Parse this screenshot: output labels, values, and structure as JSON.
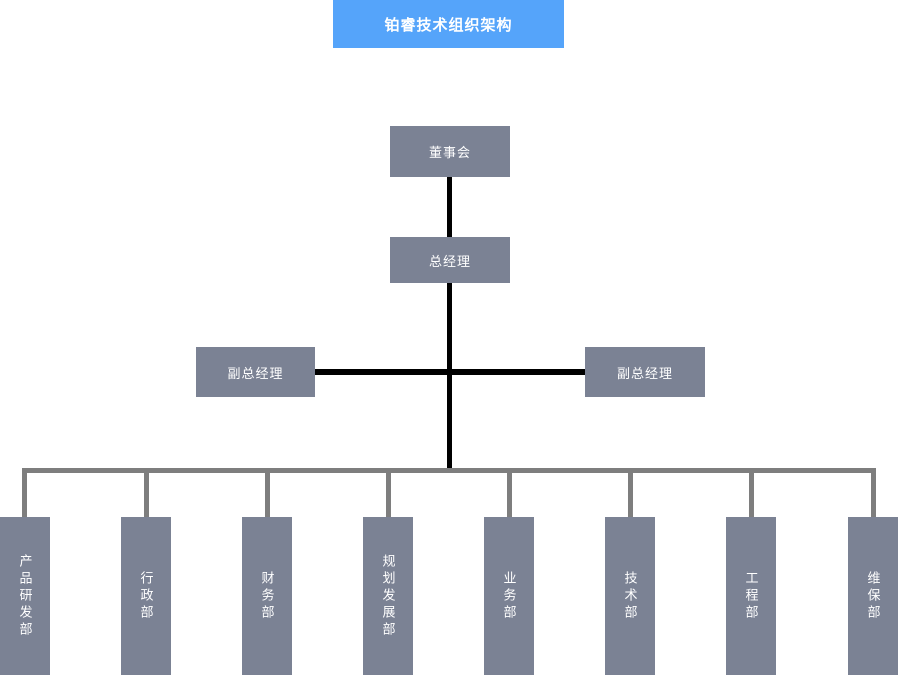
{
  "title": "铂睿技术组织架构",
  "colors": {
    "canvas_bg": "#ffffff",
    "title_bg": "#55a4fa",
    "node_bg": "#7b8294",
    "line_black": "#000000",
    "line_gray": "#7e7e7e",
    "text_color": "#ffffff"
  },
  "nodes": {
    "board": {
      "label": "董事会"
    },
    "general_manager": {
      "label": "总经理"
    },
    "deputy_left": {
      "label": "副总经理"
    },
    "deputy_right": {
      "label": "副总经理"
    }
  },
  "departments": [
    {
      "label": "产品研发部"
    },
    {
      "label": "行政部"
    },
    {
      "label": "财务部"
    },
    {
      "label": "规划发展部"
    },
    {
      "label": "业务部"
    },
    {
      "label": "技术部"
    },
    {
      "label": "工程部"
    },
    {
      "label": "维保部"
    }
  ]
}
